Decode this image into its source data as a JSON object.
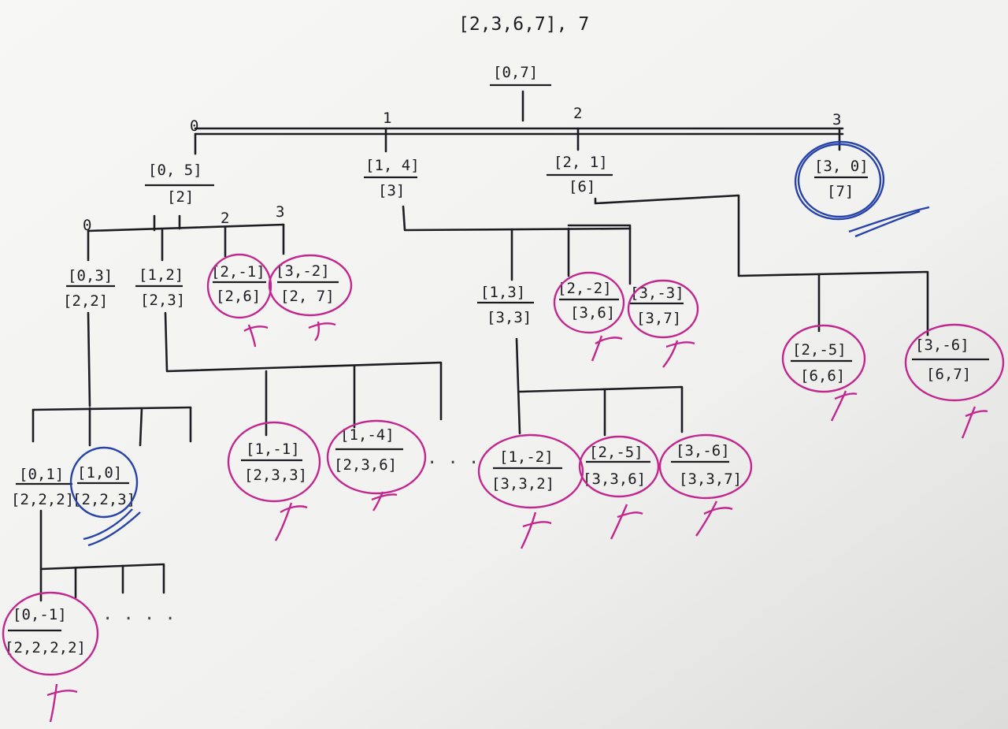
{
  "title": "[2,3,6,7], 7",
  "colors": {
    "paper": "#f4f4f2",
    "ink": "#1c1c22",
    "rejected": "#c2278f",
    "solution": "#2742a8"
  },
  "nodes": [
    {
      "id": "root",
      "top": "[0,7]",
      "bottom": ""
    },
    {
      "id": "n05",
      "top": "[0, 5]",
      "bottom": "[2]"
    },
    {
      "id": "n14",
      "top": "[1, 4]",
      "bottom": "[3]"
    },
    {
      "id": "n21",
      "top": "[2, 1]",
      "bottom": "[6]"
    },
    {
      "id": "n30",
      "top": "[3, 0]",
      "bottom": "[7]"
    },
    {
      "id": "n03",
      "top": "[0,3]",
      "bottom": "[2,2]"
    },
    {
      "id": "n12",
      "top": "[1,2]",
      "bottom": "[2,3]"
    },
    {
      "id": "n2m1",
      "top": "[2,-1]",
      "bottom": "[2,6]"
    },
    {
      "id": "n3m2",
      "top": "[3,-2]",
      "bottom": "[2, 7]"
    },
    {
      "id": "n13",
      "top": "[1,3]",
      "bottom": "[3,3]"
    },
    {
      "id": "n2m2",
      "top": "[2,-2]",
      "bottom": "[3,6]"
    },
    {
      "id": "n3m3",
      "top": "[3,-3]",
      "bottom": "[3,7]"
    },
    {
      "id": "n2m5a",
      "top": "[2,-5]",
      "bottom": "[6,6]"
    },
    {
      "id": "n3m6a",
      "top": "[3,-6]",
      "bottom": "[6,7]"
    },
    {
      "id": "n01",
      "top": "[0,1]",
      "bottom": "[2,2,2]"
    },
    {
      "id": "n10",
      "top": "[1,0]",
      "bottom": "[2,2,3]"
    },
    {
      "id": "n1m1",
      "top": "[1,-1]",
      "bottom": "[2,3,3]"
    },
    {
      "id": "n1m4",
      "top": "[1,-4]",
      "bottom": "[2,3,6]"
    },
    {
      "id": "n1m2",
      "top": "[1,-2]",
      "bottom": "[3,3,2]"
    },
    {
      "id": "n2m5b",
      "top": "[2,-5]",
      "bottom": "[3,3,6]"
    },
    {
      "id": "n3m6b",
      "top": "[3,-6]",
      "bottom": "[3,3,7]"
    },
    {
      "id": "n0m1",
      "top": "[0,-1]",
      "bottom": "[2,2,2,2]"
    }
  ],
  "edges": {
    "root": [
      "0",
      "1",
      "2",
      "3"
    ],
    "n05": [
      "0",
      "2",
      "3"
    ]
  }
}
